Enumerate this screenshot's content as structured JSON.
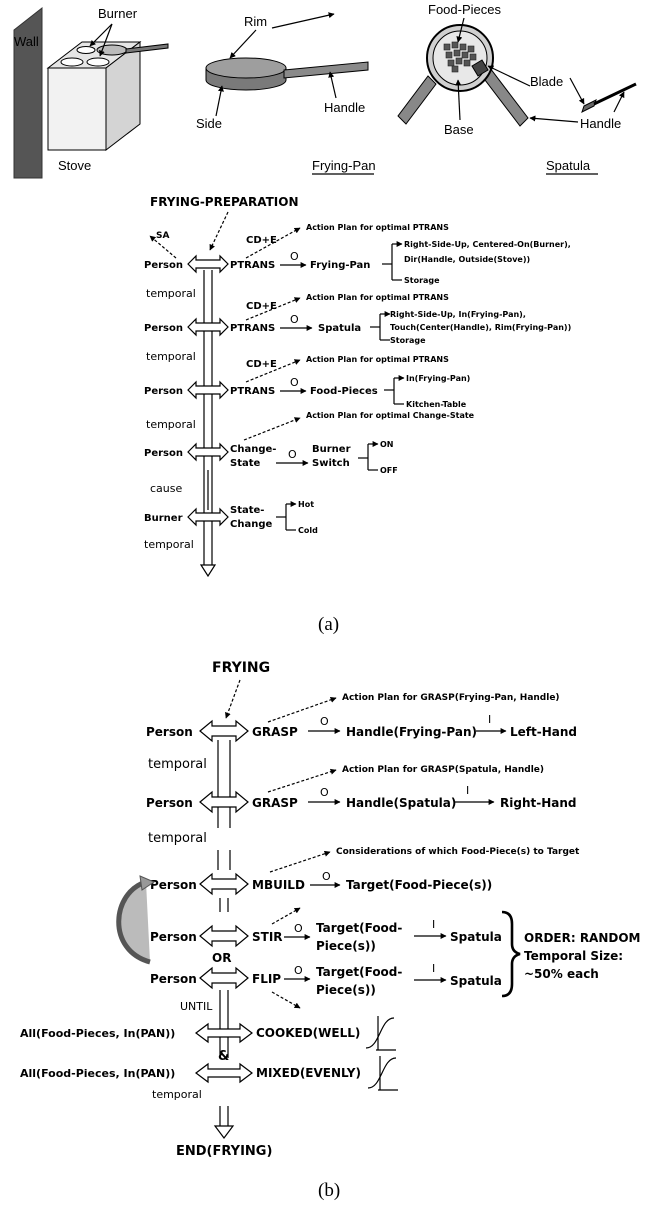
{
  "illustration": {
    "wall": "Wall",
    "burner": "Burner",
    "stove": "Stove",
    "rim": "Rim",
    "side": "Side",
    "handle_pan": "Handle",
    "frying_pan": "Frying-Pan",
    "food_pieces": "Food-Pieces",
    "base": "Base",
    "blade": "Blade",
    "handle_spatula": "Handle",
    "spatula": "Spatula"
  },
  "diagram_a": {
    "title": "FRYING-PREPARATION",
    "sa": "SA",
    "cde": "CD+E",
    "o": "O",
    "temporal": "temporal",
    "cause": "cause",
    "person": "Person",
    "burner_actor": "Burner",
    "rows": [
      {
        "verb": "PTRANS",
        "plan": "Action Plan for optimal PTRANS",
        "object": "Frying-Pan",
        "outcomes": [
          "Right-Side-Up, Centered-On(Burner),",
          "Dir(Handle, Outside(Stove))",
          "Storage"
        ]
      },
      {
        "verb": "PTRANS",
        "plan": "Action Plan for optimal PTRANS",
        "object": "Spatula",
        "outcomes": [
          "Right-Side-Up, In(Frying-Pan),",
          "Touch(Center(Handle), Rim(Frying-Pan))",
          "Storage"
        ]
      },
      {
        "verb": "PTRANS",
        "plan": "Action Plan for optimal PTRANS",
        "object": "Food-Pieces",
        "outcomes": [
          "In(Frying-Pan)",
          "Kitchen-Table"
        ]
      }
    ],
    "change": {
      "verb_line1": "Change-",
      "verb_line2": "State",
      "plan": "Action Plan for optimal Change-State",
      "object_line1": "Burner",
      "object_line2": "Switch",
      "outcomes": [
        "ON",
        "OFF"
      ]
    },
    "state_change": {
      "line1": "State-",
      "line2": "Change",
      "outcomes": [
        "Hot",
        "Cold"
      ]
    },
    "caption": "(a)"
  },
  "diagram_b": {
    "title": "FRYING",
    "person": "Person",
    "temporal": "temporal",
    "o": "O",
    "i": "I",
    "grasp1": {
      "verb": "GRASP",
      "plan": "Action Plan for GRASP(Frying-Pan, Handle)",
      "object": "Handle(Frying-Pan)",
      "target": "Left-Hand"
    },
    "grasp2": {
      "verb": "GRASP",
      "plan": "Action Plan for GRASP(Spatula, Handle)",
      "object": "Handle(Spatula)",
      "target": "Right-Hand"
    },
    "mbuild": {
      "verb": "MBUILD",
      "plan": "Considerations of which Food-Piece(s) to Target",
      "object": "Target(Food-Piece(s))"
    },
    "stir": {
      "verb": "STIR",
      "object_line1": "Target(Food-",
      "object_line2": "Piece(s))",
      "target": "Spatula"
    },
    "or": "OR",
    "flip": {
      "verb": "FLIP",
      "object_line1": "Target(Food-",
      "object_line2": "Piece(s))",
      "target": "Spatula"
    },
    "order": [
      "ORDER: RANDOM",
      "Temporal Size:",
      "~50% each"
    ],
    "until": "UNTIL",
    "cond1_left": "All(Food-Pieces, In(PAN))",
    "cond1_right": "COOKED(WELL)",
    "amp": "&",
    "cond2_left": "All(Food-Pieces, In(PAN))",
    "cond2_right": "MIXED(EVENLY)",
    "end": "END(FRYING)",
    "caption": "(b)"
  }
}
